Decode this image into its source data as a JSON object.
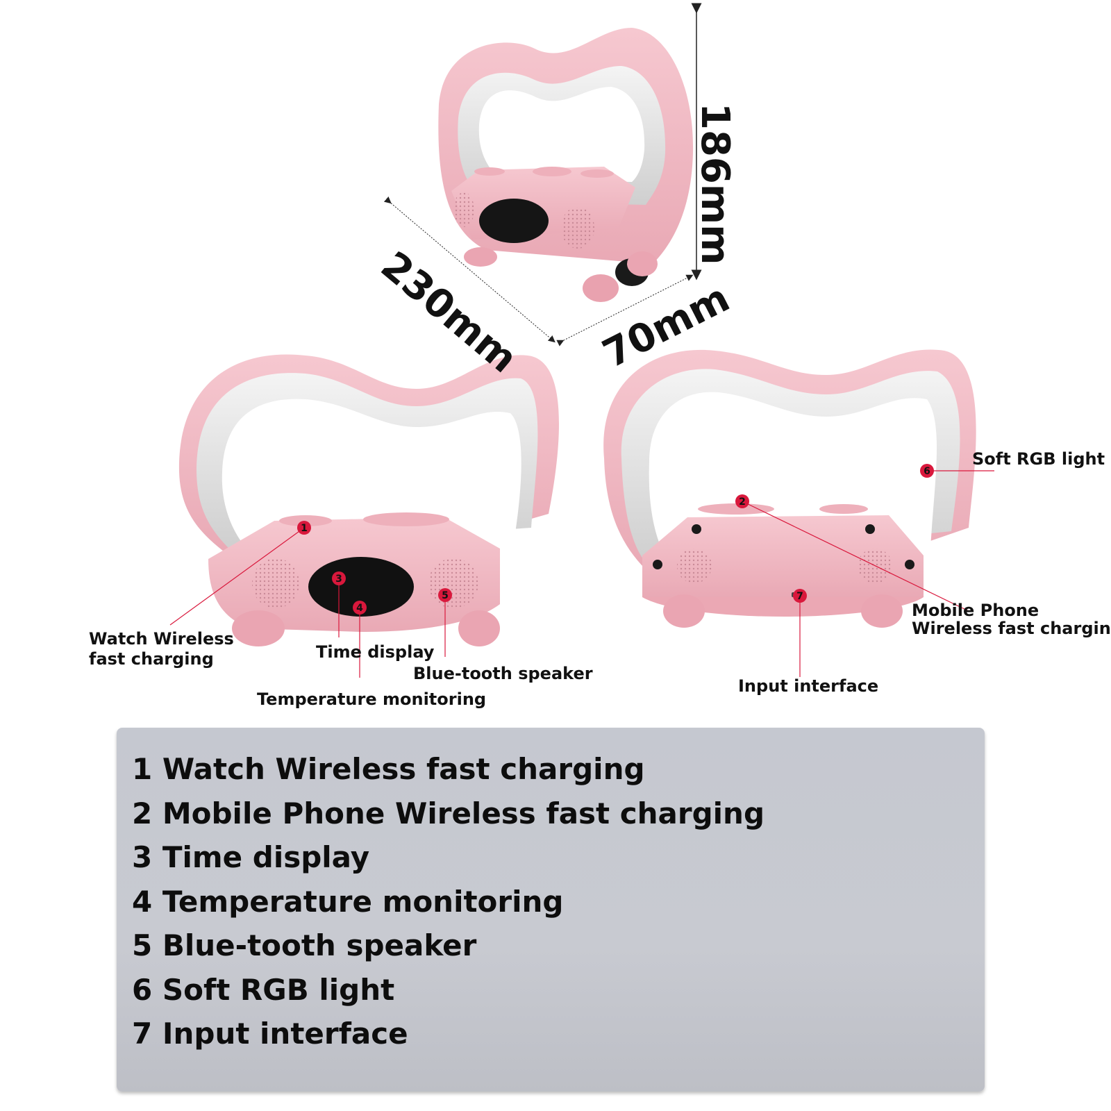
{
  "dimensions": {
    "height": "186mm",
    "length": "230mm",
    "depth": "70mm"
  },
  "callouts": {
    "watch_charging": {
      "number": "1",
      "line1": "Watch Wireless",
      "line2": "fast charging"
    },
    "phone_charging": {
      "number": "2",
      "line1": "Mobile Phone",
      "line2": "Wireless fast charging"
    },
    "time_display": {
      "number": "3",
      "label": "Time display"
    },
    "temperature": {
      "number": "4",
      "label": "Temperature monitoring"
    },
    "speaker": {
      "number": "5",
      "label": "Blue-tooth speaker"
    },
    "rgb_light": {
      "number": "6",
      "label": "Soft RGB light"
    },
    "input": {
      "number": "7",
      "label": "Input interface"
    }
  },
  "legend": {
    "items": [
      "1 Watch Wireless fast charging",
      "2 Mobile Phone Wireless fast charging",
      "3 Time display",
      "4 Temperature monitoring",
      "5 Blue-tooth speaker",
      "6 Soft RGB light",
      "7 Input interface"
    ]
  },
  "colors": {
    "product_pink": "#f1b9c3",
    "marker_red": "#d9183c",
    "legend_bg": "#c6c8cf"
  }
}
